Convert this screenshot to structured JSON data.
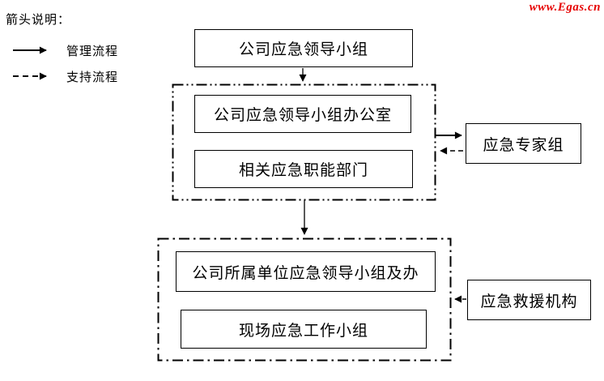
{
  "watermark": {
    "text": "www.Egas.cn",
    "color": "#e60000"
  },
  "legend": {
    "title": "箭头说明：",
    "items": [
      {
        "label": "管理流程",
        "line_style": "solid"
      },
      {
        "label": "支持流程",
        "line_style": "dashed"
      }
    ]
  },
  "diagram": {
    "line_color": "#000000",
    "box_background": "#ffffff",
    "nodes": {
      "leader_group": "公司应急领导小组",
      "leader_office": "公司应急领导小组办公室",
      "functional_depts": "相关应急职能部门",
      "expert_group": "应急专家组",
      "subsidiary_group": "公司所属单位应急领导小组及办",
      "onsite_team": "现场应急工作小组",
      "rescue_org": "应急救援机构"
    },
    "groups": [
      {
        "name": "company-emergency-group",
        "border": "dash-dot-dot",
        "members": [
          "leader_office",
          "functional_depts"
        ]
      },
      {
        "name": "subsidiary-emergency-group",
        "border": "dash-dot",
        "members": [
          "subsidiary_group",
          "onsite_team"
        ]
      }
    ],
    "edges": [
      {
        "from": "leader_group",
        "to": "company-emergency-group",
        "type": "management"
      },
      {
        "from": "company-emergency-group",
        "to": "expert_group",
        "type": "management"
      },
      {
        "from": "expert_group",
        "to": "company-emergency-group",
        "type": "support"
      },
      {
        "from": "company-emergency-group",
        "to": "subsidiary-emergency-group",
        "type": "management"
      },
      {
        "from": "rescue_org",
        "to": "subsidiary-emergency-group",
        "type": "support"
      }
    ]
  }
}
